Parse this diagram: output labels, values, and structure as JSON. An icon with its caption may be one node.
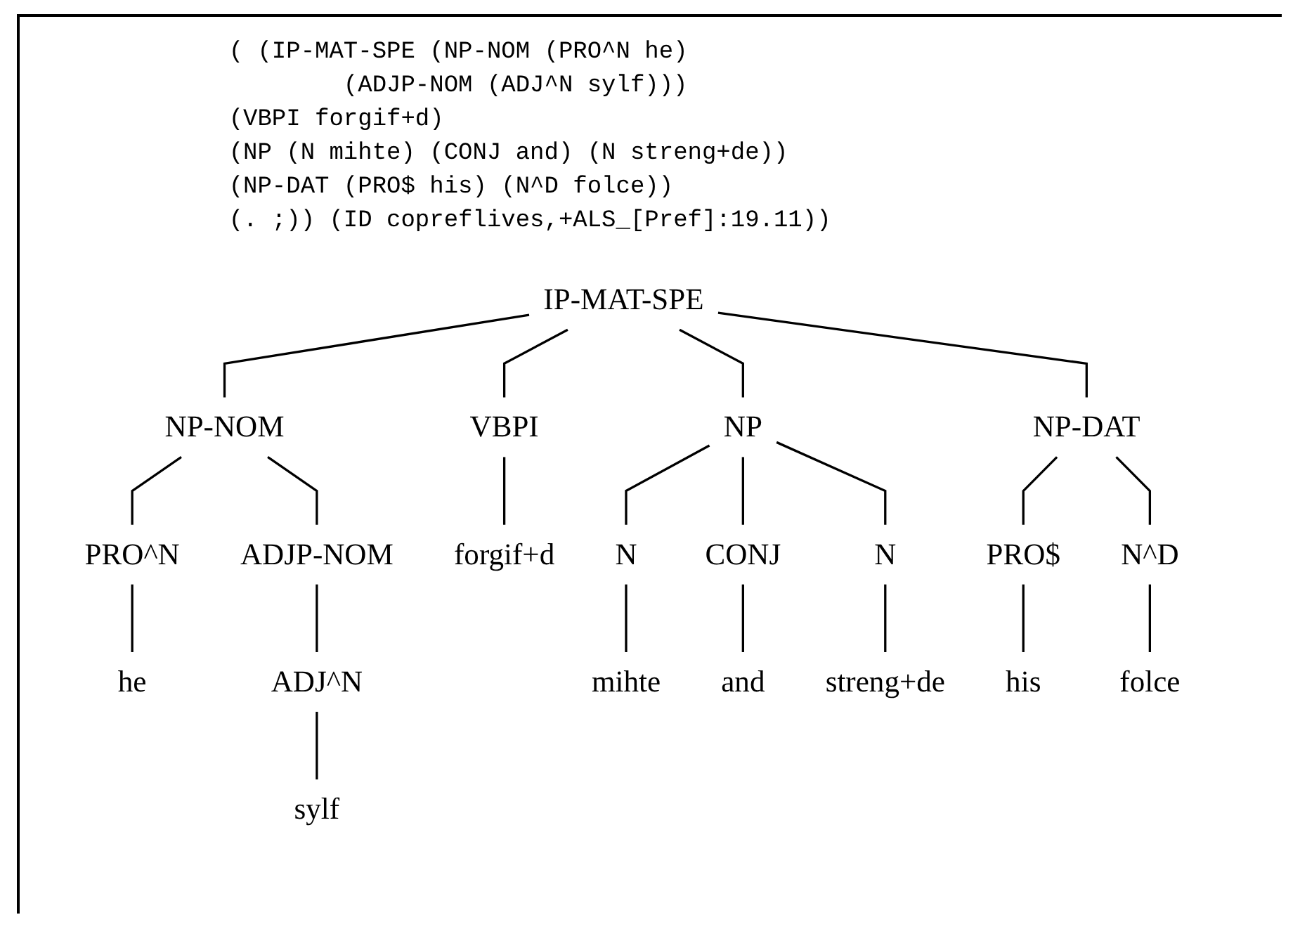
{
  "diagram": {
    "nodes": [
      {
        "text": [
          "IP-MAT-SPE"
        ]
      },
      {
        "text": [
          "NP-NOM"
        ]
      },
      {
        "text": [
          "VBPI"
        ]
      },
      {
        "text": [
          "NP"
        ]
      },
      {
        "text": [
          "NP-DAT"
        ]
      },
      {
        "text": [
          "PRO^N"
        ]
      },
      {
        "text": [
          "ADJP-NOM"
        ]
      },
      {
        "text": [
          "forgif+d"
        ]
      },
      {
        "text": [
          "N"
        ]
      },
      {
        "text": [
          "CONJ"
        ]
      },
      {
        "text": [
          "N"
        ]
      },
      {
        "text": [
          "PRO$"
        ]
      },
      {
        "text": [
          "N^D"
        ]
      },
      {
        "text": [
          "he"
        ]
      },
      {
        "text": [
          "ADJ^N"
        ]
      },
      {
        "text": [
          "mihte"
        ]
      },
      {
        "text": [
          "and"
        ]
      },
      {
        "text": [
          "streng+de"
        ]
      },
      {
        "text": [
          "his"
        ]
      },
      {
        "text": [
          "folce"
        ]
      },
      {
        "text": [
          "sylf"
        ]
      }
    ],
    "edges": [
      {
        "from": 0,
        "to": 1,
        "arrow": "none"
      },
      {
        "from": 0,
        "to": 2,
        "arrow": "none"
      },
      {
        "from": 0,
        "to": 3,
        "arrow": "none"
      },
      {
        "from": 0,
        "to": 4,
        "arrow": "none"
      },
      {
        "from": 1,
        "to": 5,
        "arrow": "none"
      },
      {
        "from": 1,
        "to": 6,
        "arrow": "none"
      },
      {
        "from": 2,
        "to": 7,
        "arrow": "none"
      },
      {
        "from": 3,
        "to": 8,
        "arrow": "none"
      },
      {
        "from": 3,
        "to": 9,
        "arrow": "none"
      },
      {
        "from": 3,
        "to": 10,
        "arrow": "none"
      },
      {
        "from": 4,
        "to": 11,
        "arrow": "none"
      },
      {
        "from": 4,
        "to": 12,
        "arrow": "none"
      },
      {
        "from": 5,
        "to": 13,
        "arrow": "none"
      },
      {
        "from": 6,
        "to": 14,
        "arrow": "none"
      },
      {
        "from": 8,
        "to": 15,
        "arrow": "none"
      },
      {
        "from": 9,
        "to": 16,
        "arrow": "none"
      },
      {
        "from": 10,
        "to": 17,
        "arrow": "none"
      },
      {
        "from": 11,
        "to": 18,
        "arrow": "none"
      },
      {
        "from": 12,
        "to": 19,
        "arrow": "none"
      },
      {
        "from": 14,
        "to": 20,
        "arrow": "none"
      }
    ],
    "labels": [
      "( (IP-MAT-SPE (NP-NOM (PRO^N he)",
      "(ADJP-NOM (ADJ^N sylf)))",
      "(VBPI forgif+d)",
      "(NP (N mihte) (CONJ and) (N streng+de))",
      "(NP-DAT (PRO$ his) (N^D folce))",
      "(. ;)) (ID copreflives,+ALS_[Pref]:19.11))"
    ]
  }
}
